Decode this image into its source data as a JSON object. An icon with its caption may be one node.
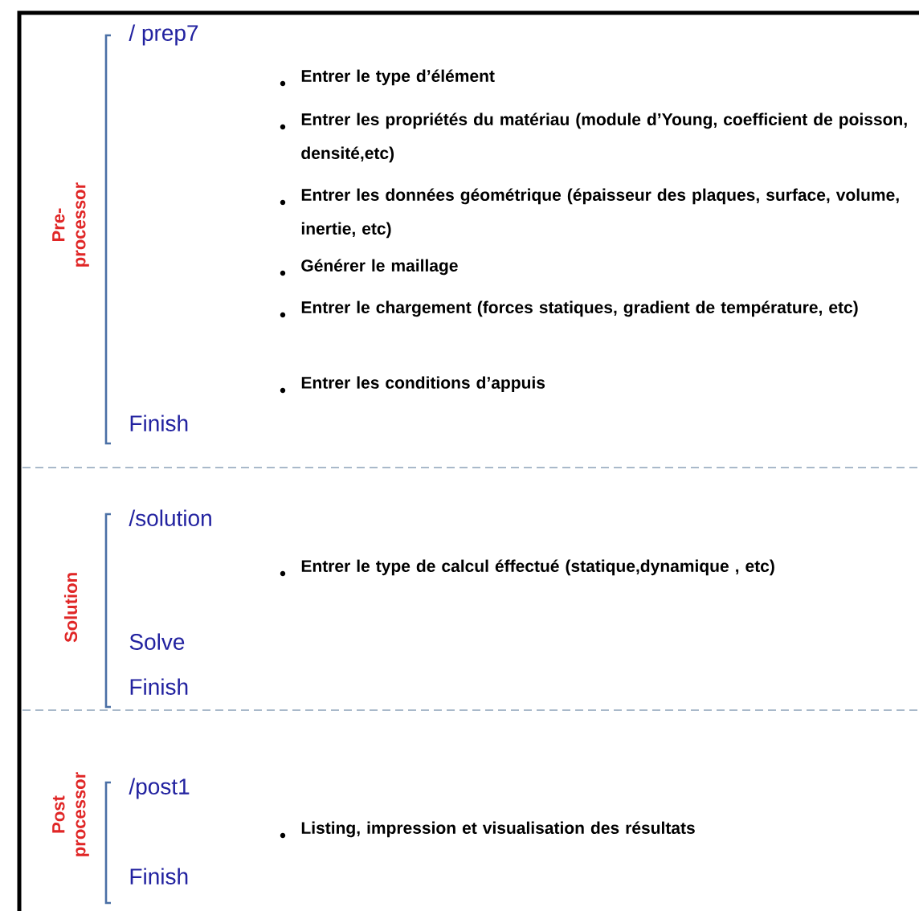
{
  "diagram": {
    "nodes": [
      {
        "text": [
          "Pre-processor",
          "/ prep7",
          "Entrer le type d’élément",
          "Entrer les propriétés du matériau (module d’Young, coefficient de poisson, densité,etc)",
          "Entrer les données géométrique (épaisseur des plaques, surface, volume, inertie, etc)",
          "Générer le maillage",
          "Entrer le chargement (forces statiques, gradient de température, etc)",
          "Entrer les conditions d’appuis",
          "Finish"
        ]
      },
      {
        "text": [
          "Solution",
          "/solution",
          "Entrer le type de calcul éffectué (statique,dynamique , etc)",
          "Solve",
          "Finish"
        ]
      },
      {
        "text": [
          "Post processor",
          "/post1",
          "Listing, impression et visualisation des résultats",
          "Finish"
        ]
      }
    ]
  }
}
